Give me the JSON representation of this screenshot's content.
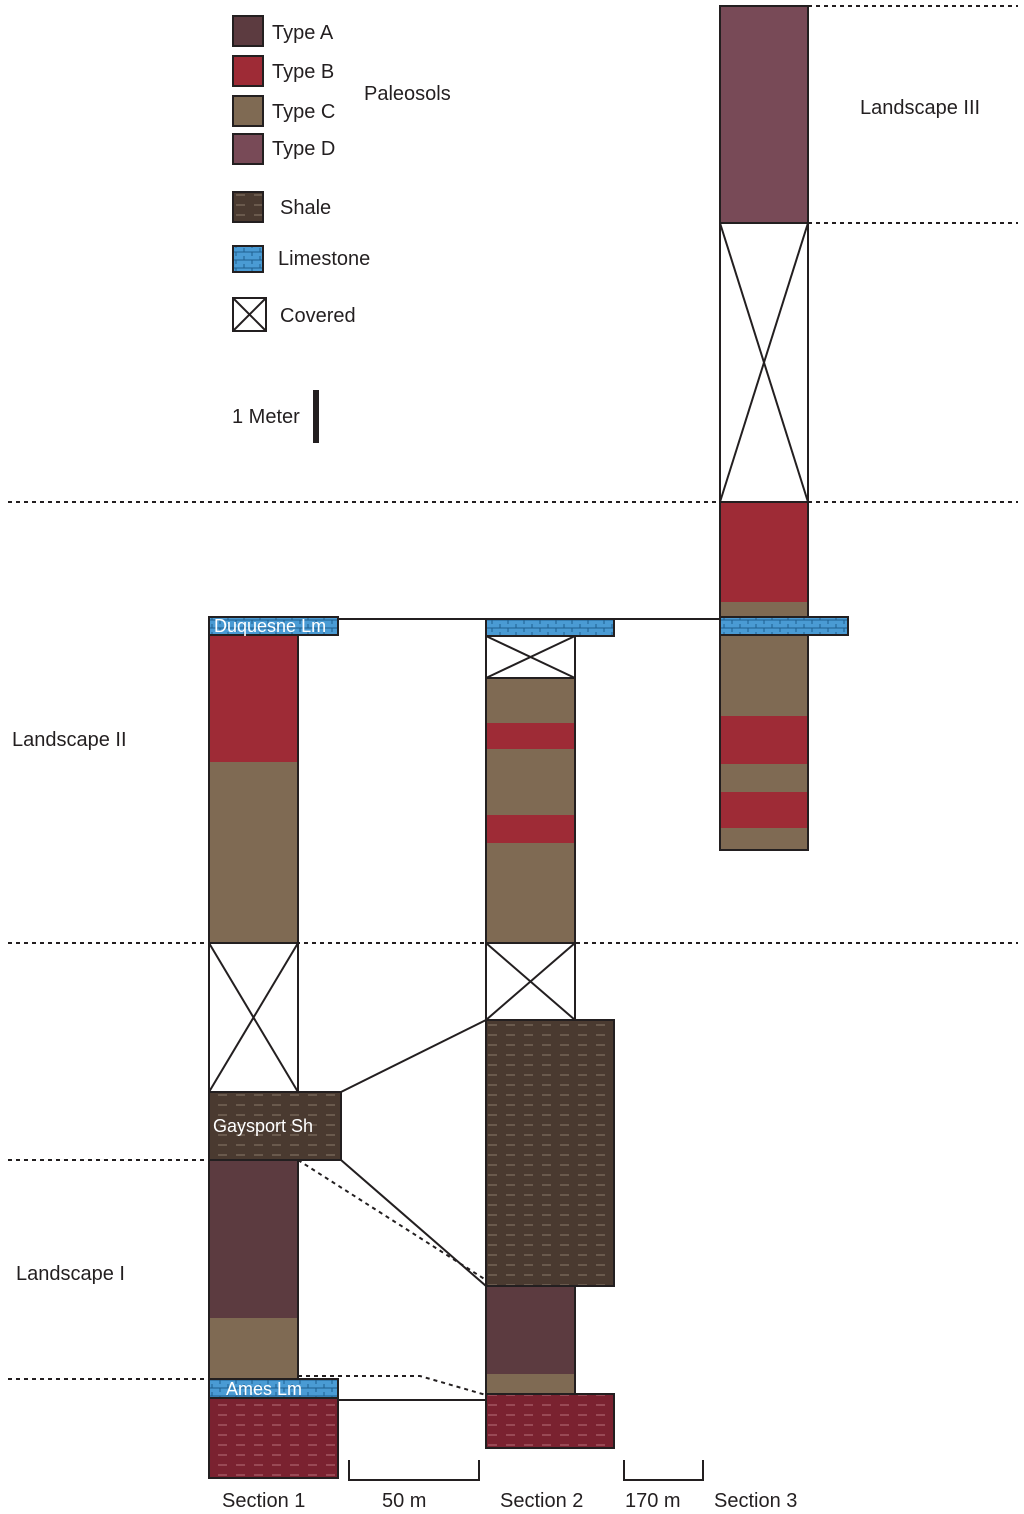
{
  "legend": {
    "paleosols_label": "Paleosols",
    "items": [
      {
        "label": "Type A",
        "color": "#5c3b40"
      },
      {
        "label": "Type B",
        "color": "#9e2b36"
      },
      {
        "label": "Type C",
        "color": "#7f6a53"
      },
      {
        "label": "Type D",
        "color": "#784a57"
      },
      {
        "label": "Shale",
        "color": "#4a3a30"
      },
      {
        "label": "Limestone",
        "color": "#4a9bd4"
      },
      {
        "label": "Covered",
        "color": "#ffffff"
      }
    ],
    "scale_label": "1 Meter"
  },
  "landscapes": {
    "l1": "Landscape I",
    "l2": "Landscape II",
    "l3": "Landscape III"
  },
  "units": {
    "duquesne": "Duquesne Lm",
    "gaysport": "Gaysport Sh",
    "ames": "Ames Lm"
  },
  "sections": {
    "s1": "Section 1",
    "s2": "Section 2",
    "s3": "Section 3"
  },
  "distances": {
    "d1": "50 m",
    "d2": "170 m"
  },
  "colors": {
    "typeA": "#5c3b40",
    "typeB": "#9e2b36",
    "typeC": "#7f6a53",
    "typeD": "#784a57",
    "shale": "#4a3a30",
    "redshale": "#7a2230",
    "limestone": "#4a9bd4"
  }
}
